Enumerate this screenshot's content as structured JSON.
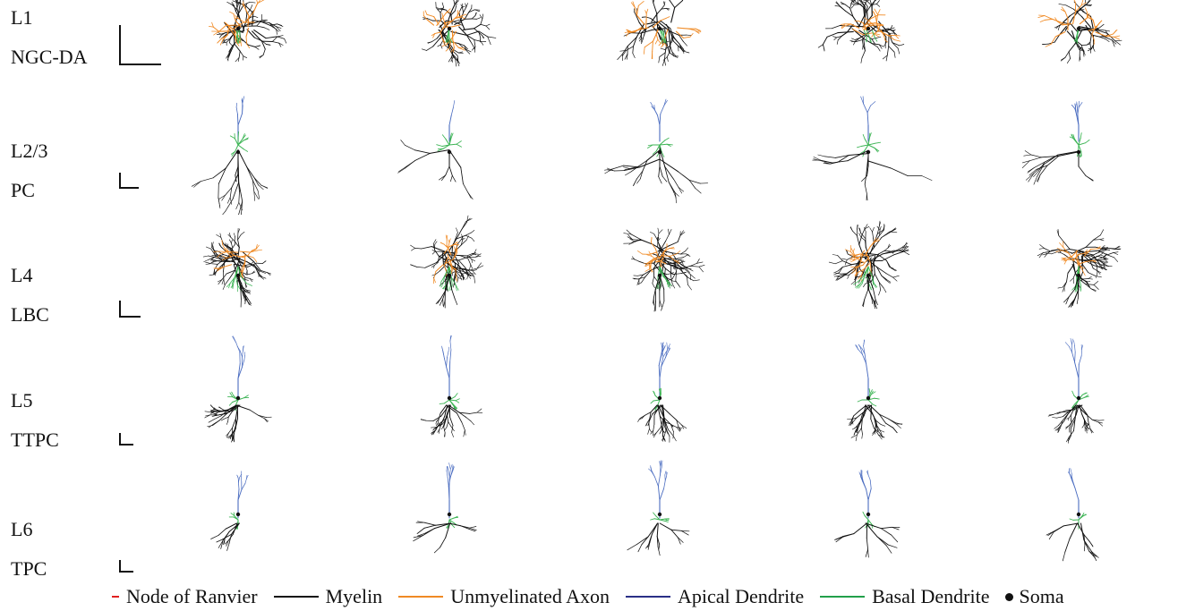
{
  "rows": [
    {
      "layer": "L1",
      "type": "NGC-DA"
    },
    {
      "layer": "L2/3",
      "type": "PC"
    },
    {
      "layer": "L4",
      "type": "LBC"
    },
    {
      "layer": "L5",
      "type": "TTPC"
    },
    {
      "layer": "L6",
      "type": "TPC"
    }
  ],
  "legend": [
    {
      "label": "Node of Ranvier",
      "color": "#e02020",
      "marker": "short-dash"
    },
    {
      "label": "Myelin",
      "color": "#111111",
      "marker": "line"
    },
    {
      "label": "Unmyelinated Axon",
      "color": "#f08a24",
      "marker": "line"
    },
    {
      "label": "Apical Dendrite",
      "color": "#2a2f86",
      "marker": "line"
    },
    {
      "label": "Basal Dendrite",
      "color": "#22a04a",
      "marker": "line"
    },
    {
      "label": "Soma",
      "color": "#111111",
      "marker": "dot"
    }
  ],
  "colors": {
    "myelin": "#111111",
    "unmyelinated_axon": "#f08a24",
    "apical_dendrite": "#4a6cc0",
    "basal_dendrite": "#3cb454",
    "node_of_ranvier": "#e02020"
  }
}
